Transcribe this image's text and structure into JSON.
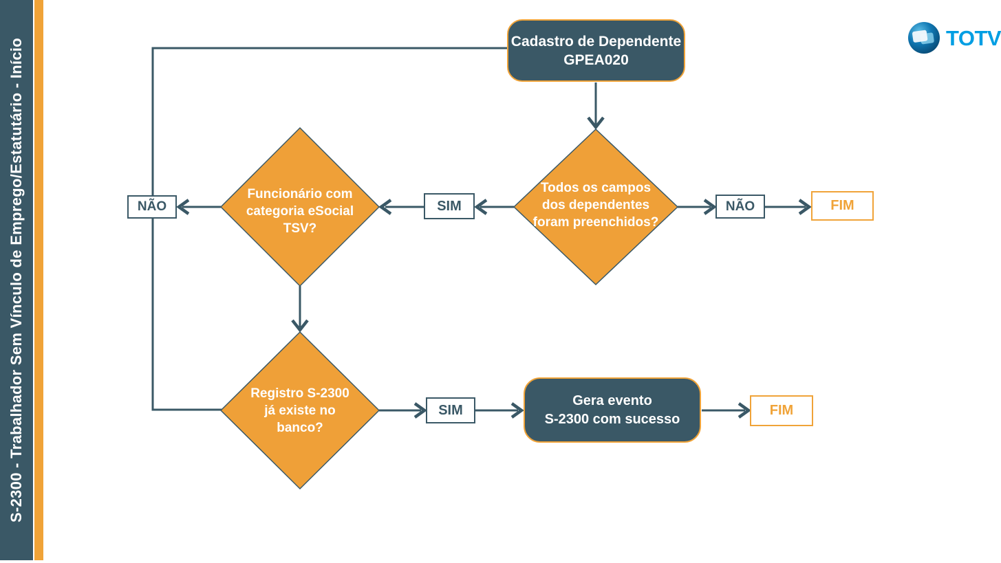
{
  "sidebar": {
    "title": "S-2300 - Trabalhador Sem Vínculo de Emprego/Estatutário - Início"
  },
  "logo": {
    "brand": "TOTVS"
  },
  "colors": {
    "teal": "#3a5866",
    "orange": "#f0a338",
    "diamond_orange": "#efa038",
    "logo_blue": "#009ee3",
    "text_white": "#ffffff"
  },
  "flowchart": {
    "start": {
      "line1": "Cadastro de Dependente",
      "line2": "GPEA020"
    },
    "decision_fields": {
      "line1": "Todos os campos",
      "line2": "dos dependentes",
      "line3": "foram preenchidos?"
    },
    "decision_category": {
      "line1": "Funcionário com",
      "line2": "categoria eSocial",
      "line3": "TSV?"
    },
    "decision_registry": {
      "line1": "Registro S-2300",
      "line2": "já existe no",
      "line3": "banco?"
    },
    "success": {
      "line1": "Gera evento",
      "line2": "S-2300 com sucesso"
    },
    "label_sim_top": "SIM",
    "label_sim_bottom": "SIM",
    "label_nao_left": "NÃO",
    "label_nao_right": "NÃO",
    "end_right": "FIM",
    "end_bottom": "FIM"
  }
}
